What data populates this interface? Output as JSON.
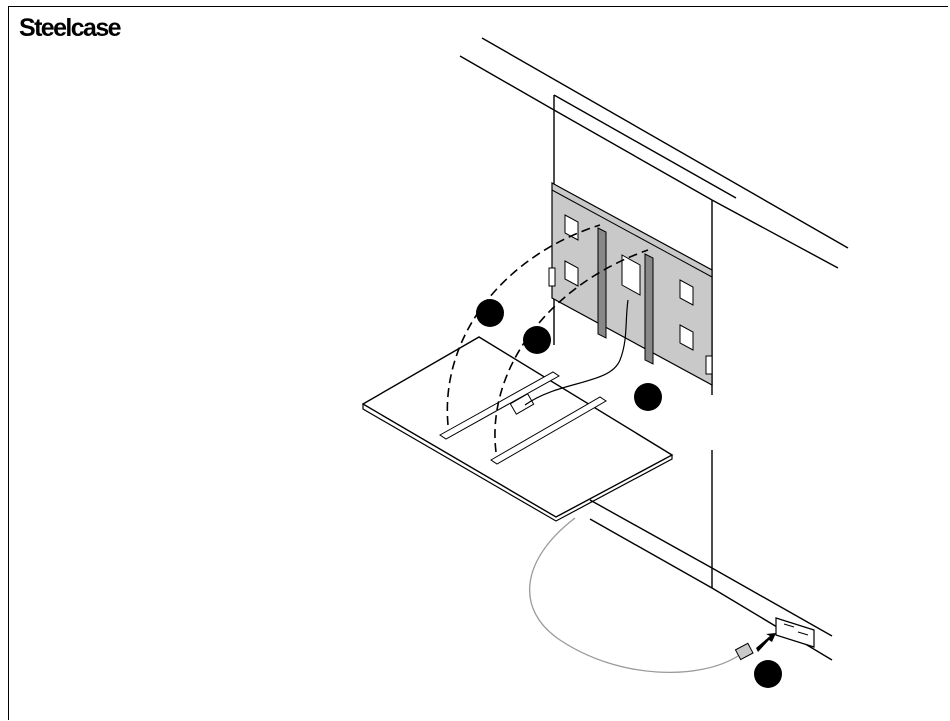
{
  "brand": {
    "name": "Steelcase"
  },
  "steps": [
    {
      "id": "step-1-callout"
    },
    {
      "id": "step-2-callout"
    },
    {
      "id": "step-3-callout"
    },
    {
      "id": "step-4-callout"
    }
  ],
  "colors": {
    "line": "#000000",
    "panel_bracket": "#c9c9c9",
    "callout": "#000000",
    "cord": "#9a9a9a"
  }
}
